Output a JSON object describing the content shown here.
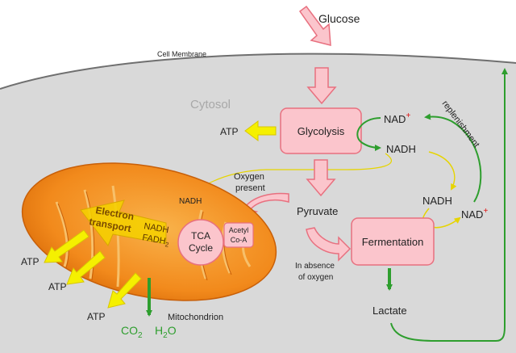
{
  "labels": {
    "glucose": "Glucose",
    "cell_membrane": "Cell Membrane",
    "cytosol": "Cytosol",
    "glycolysis": "Glycolysis",
    "atp_glycolysis": "ATP",
    "nad_top": "NAD",
    "nad_plus": "+",
    "nadh_top": "NADH",
    "replenishment": "replenishment",
    "oxygen_present_1": "Oxygen",
    "oxygen_present_2": "present",
    "nadh_mito": "NADH",
    "pyruvate": "Pyruvate",
    "nadh_right": "NADH",
    "nad_right": "NAD",
    "nad_right_plus": "+",
    "fermentation": "Fermentation",
    "in_absence_1": "In absence",
    "in_absence_2": "of oxygen",
    "lactate": "Lactate",
    "electron_transport_1": "Electron",
    "electron_transport_2": "transport",
    "nadh_fadh_1": "NADH",
    "nadh_fadh_2": "FADH",
    "nadh_fadh_sub": "2",
    "tca_1": "TCA",
    "tca_2": "Cycle",
    "acetyl_1": "Acetyl",
    "acetyl_2": "Co-A",
    "atp_1": "ATP",
    "atp_2": "ATP",
    "atp_3": "ATP",
    "mitochondrion": "Mitochondrion",
    "co2": "CO",
    "co2_sub": "2",
    "h2o_h": "H",
    "h2o_sub": "2",
    "h2o_o": "O"
  },
  "colors": {
    "cytosol": "#d9d9d9",
    "membrane_edge": "#6f6f6f",
    "pink_fill": "#fbc5cc",
    "pink_stroke": "#e8707f",
    "green": "#2e9e2e",
    "yellow": "#f5f000",
    "mito_orange": "#f28a1c",
    "mito_light": "#f7c06a"
  }
}
